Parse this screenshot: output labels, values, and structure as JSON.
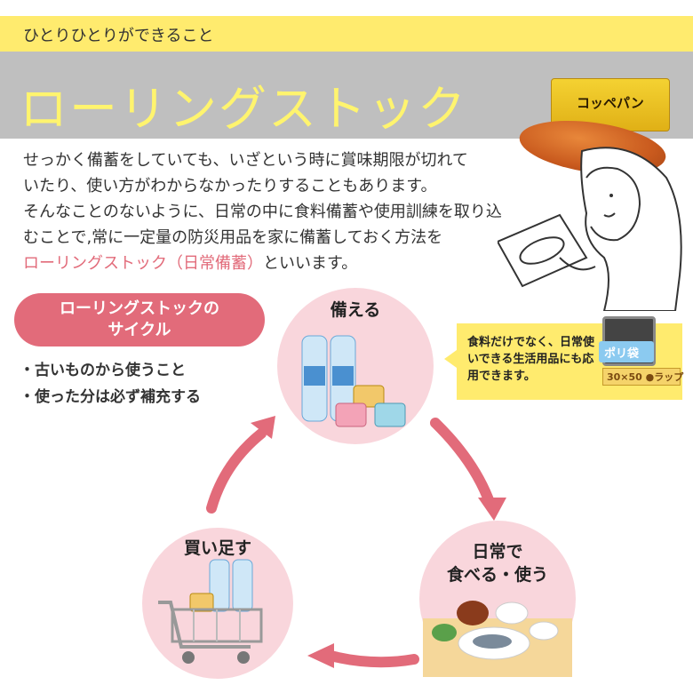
{
  "header": {
    "strip_text": "ひとりひとりができること",
    "title": "ローリングストック",
    "product_name": "コッペパン"
  },
  "intro": {
    "lines": [
      "せっかく備蓄をしていても、いざという時に賞味期限が切れて",
      "いたり、使い方がわからなかったりすることもあります。",
      "そんなことのないように、日常の中に食料備蓄や使用訓練を取り込",
      "むことで,常に一定量の防災用品を家に備蓄しておく方法を"
    ],
    "highlight": "ローリングストック（日常備蓄）",
    "tail": "といいます。"
  },
  "cycle": {
    "badge_line1": "ローリングストックの",
    "badge_line2": "サイクル",
    "tips": [
      "・古いものから使うこと",
      "・使った分は必ず補充する"
    ],
    "steps": {
      "store": "備える",
      "eat_line1": "日常で",
      "eat_line2": "食べる・使う",
      "buy": "買い足す"
    }
  },
  "callout": {
    "text": "食料だけでなく、日常使いできる生活用品にも応用できます。",
    "polybag": "ポリ袋",
    "wrap": "30×50 ●ラップ"
  },
  "colors": {
    "accent_pink": "#e26b7a",
    "circle_pink": "#f9d6dc",
    "yellow": "#ffeb6e",
    "banner_gray": "#bfbfbf"
  }
}
